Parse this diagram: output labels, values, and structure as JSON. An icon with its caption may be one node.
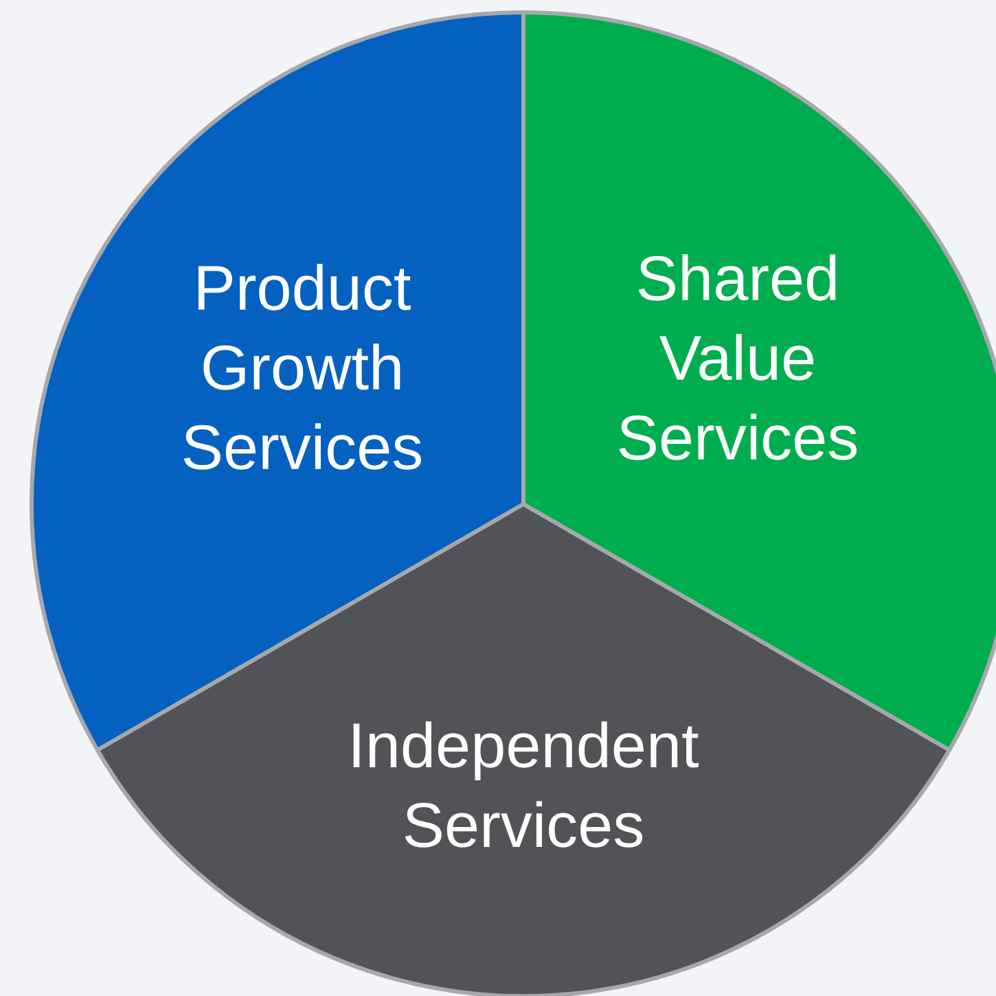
{
  "diagram": {
    "nodes": [
      {
        "text": [
          "Product Growth Services"
        ]
      },
      {
        "text": [
          "Shared Value Services"
        ]
      },
      {
        "text": [
          "Independent Services"
        ]
      }
    ]
  }
}
